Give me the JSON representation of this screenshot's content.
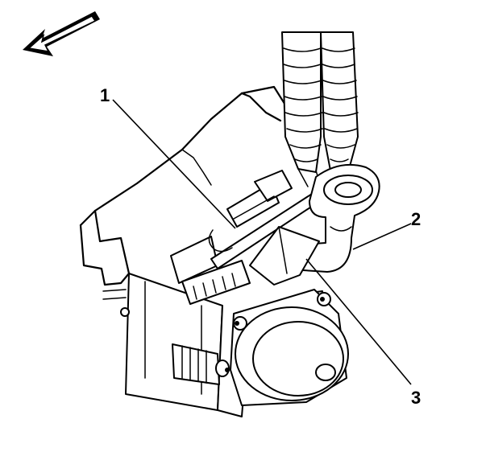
{
  "diagram": {
    "orientation_icon": "arrow-forward-icon",
    "callouts": [
      {
        "id": "1",
        "label": "1"
      },
      {
        "id": "2",
        "label": "2"
      },
      {
        "id": "3",
        "label": "3"
      }
    ]
  }
}
